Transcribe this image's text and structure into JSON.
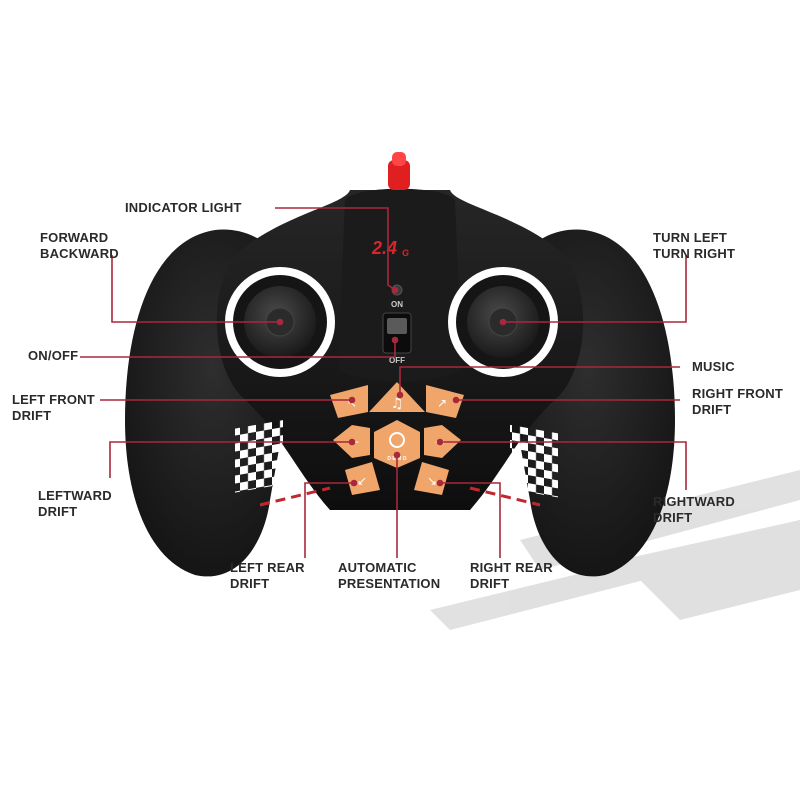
{
  "controller": {
    "badge_text": "2.4",
    "badge_sub": "G",
    "switch_on_text": "ON",
    "switch_off_text": "OFF",
    "button_panel_subtext": "D E M O",
    "colors": {
      "body": "#151515",
      "grip": "#1f1f1f",
      "button_orange": "#f0a56a",
      "button_icon": "#ffffff",
      "ring": "#ffffff",
      "antenna": "#e02020",
      "leader_line": "#a8283c",
      "badge": "#d9262c"
    },
    "icons": {
      "left_front": "arrow-up-left-icon",
      "music": "music-note-icon",
      "right_front": "arrow-up-right-icon",
      "leftward": "arrow-left-icon",
      "demo": "demo-icon",
      "rightward": "arrow-right-icon",
      "left_rear": "arrow-down-left-icon",
      "right_rear": "arrow-down-right-icon"
    }
  },
  "labels": {
    "indicator_light": [
      "INDICATOR LIGHT"
    ],
    "forward_backward": [
      "FORWARD",
      "BACKWARD"
    ],
    "turn_left_right": [
      "TURN LEFT",
      "TURN RIGHT"
    ],
    "on_off": [
      "ON/OFF"
    ],
    "music": [
      "MUSIC"
    ],
    "left_front_drift": [
      "LEFT FRONT",
      "DRIFT"
    ],
    "right_front_drift": [
      "RIGHT FRONT",
      "DRIFT"
    ],
    "leftward_drift": [
      "LEFTWARD",
      "DRIFT"
    ],
    "rightward_drift": [
      "RIGHTWARD",
      "DRIFT"
    ],
    "left_rear_drift": [
      "LEFT REAR",
      "DRIFT"
    ],
    "automatic_presentation": [
      "AUTOMATIC",
      "PRESENTATION"
    ],
    "right_rear_drift": [
      "RIGHT REAR",
      "DRIFT"
    ]
  }
}
